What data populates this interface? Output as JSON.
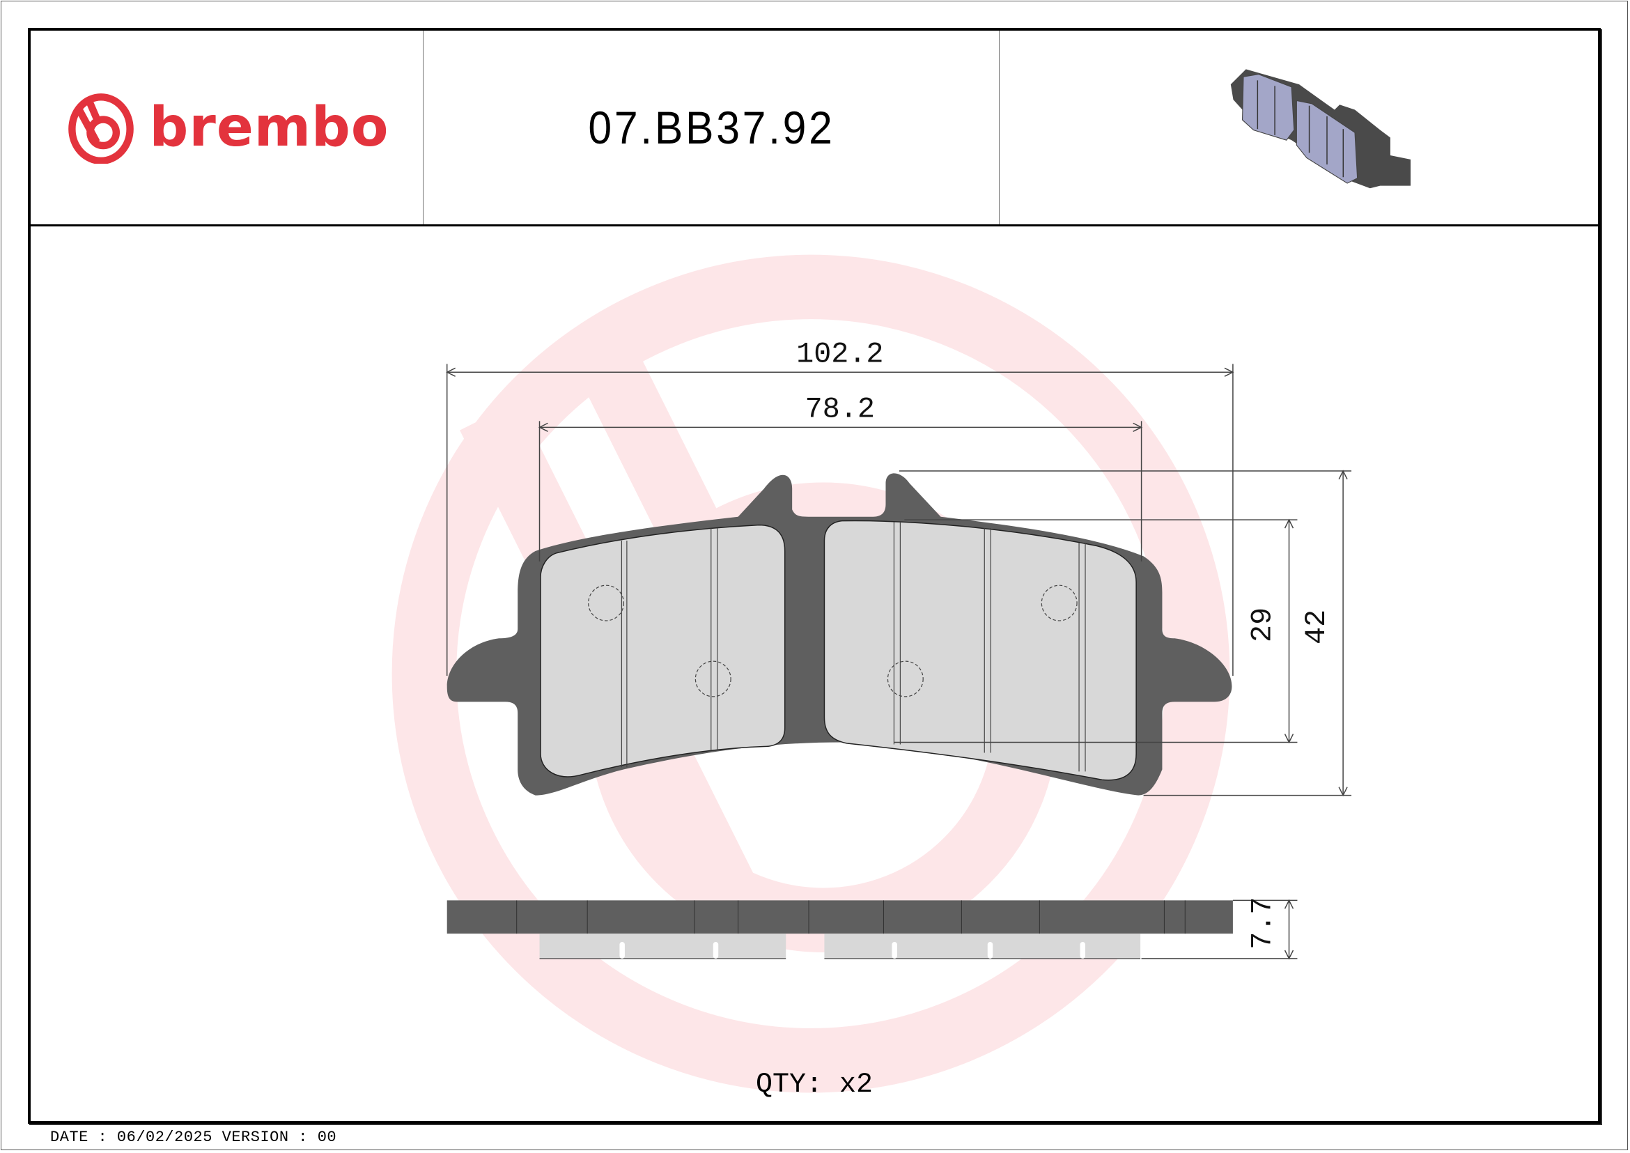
{
  "header": {
    "brand": "brembo",
    "part_code": "07.BB37.92",
    "brand_color": "#e3333d",
    "image": {
      "type": "isometric-brake-pad-render",
      "friction_color": "#a3a6c8",
      "backplate_color": "#4a4a4a"
    }
  },
  "drawing": {
    "watermark_color": "#fde6e8",
    "backplate_color": "#5f5f5f",
    "friction_color": "#d8d8d8",
    "dimensions": {
      "overall_width": "102.2",
      "friction_width": "78.2",
      "friction_height": "29",
      "overall_height": "42",
      "thickness": "7.7"
    }
  },
  "qty": {
    "label": "QTY:",
    "value": "x2"
  },
  "footer": {
    "date_label": "DATE :",
    "date": "06/02/2025",
    "version_label": "VERSION :",
    "version": "00"
  }
}
